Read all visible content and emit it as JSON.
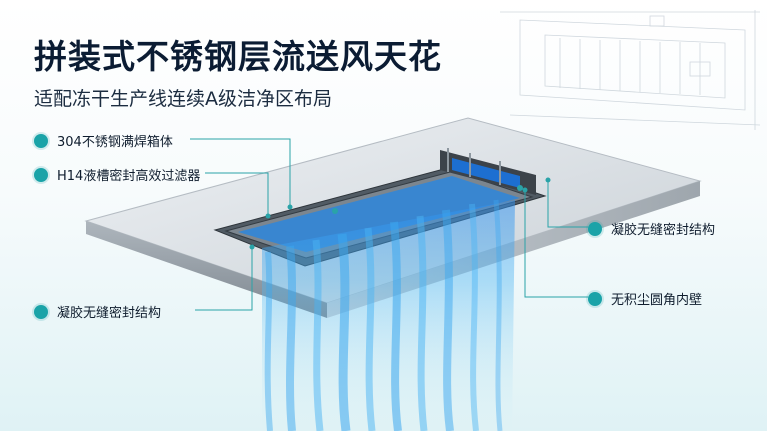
{
  "header": {
    "title": "拼装式不锈钢层流送风天花",
    "subtitle": "适配冻干生产线连续A级洁净区布局"
  },
  "callouts": {
    "steel_box": "304不锈钢满焊箱体",
    "filter": "H14液槽密封高效过滤器",
    "seal_left": "凝胶无缝密封结构",
    "seal_right": "凝胶无缝密封结构",
    "inner_wall": "无积尘圆角内壁"
  },
  "colors": {
    "accent": "#1aa3a8",
    "title": "#0b1c33",
    "airflow": "#2f9be8"
  }
}
